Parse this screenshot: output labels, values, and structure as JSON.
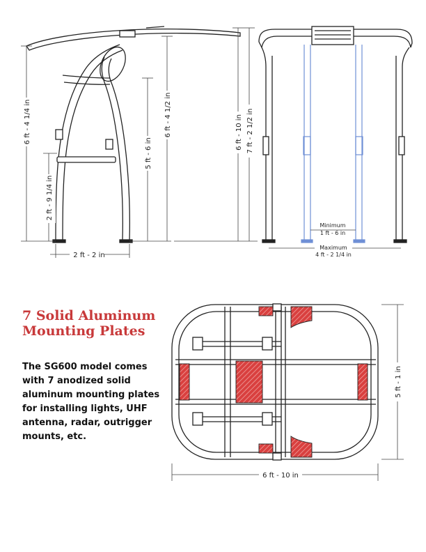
{
  "dimensions": {
    "side_total_height": "6 ft - 4 1/4 in",
    "side_lower_height": "2 ft - 9 1/4 in",
    "side_base_width": "2 ft - 2 in",
    "side_mid_height": "5 ft - 6 in",
    "side_upper_height": "6 ft - 4 1/2 in",
    "front_min_height": "6 ft - 10 in",
    "front_max_height": "7 ft - 2 1/2 in",
    "front_minimum_label": "Minimum",
    "front_minimum_value": "1 ft - 6 in",
    "front_maximum_label": "Maximum",
    "front_maximum_value": "4 ft - 2 1/4 in",
    "top_width": "6 ft - 10 in",
    "top_depth": "5 ft - 1 in"
  },
  "feature": {
    "heading": "7 Solid Aluminum Mounting Plates",
    "body": "The SG600 model comes with 7 anodized solid aluminum mounting plates for installing lights, UHF antenna, radar, outrigger mounts, etc."
  },
  "colors": {
    "heading": "#c8393a",
    "plate_fill": "#d9403f",
    "adjustable_leg": "#6f8fd6"
  }
}
